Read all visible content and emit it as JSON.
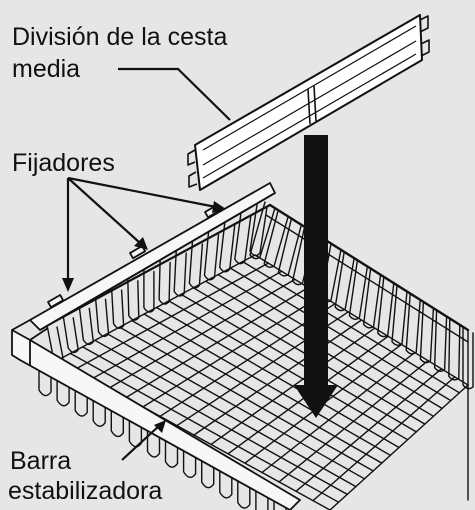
{
  "labels": {
    "division_line1": "División de la cesta",
    "division_line2": "media",
    "fijadores": "Fijadores",
    "barra_line1": "Barra",
    "barra_line2": "estabilizadora"
  },
  "colors": {
    "background": "#e6e6e6",
    "line": "#111111",
    "wire": "#ffffff",
    "arrow": "#111111"
  }
}
